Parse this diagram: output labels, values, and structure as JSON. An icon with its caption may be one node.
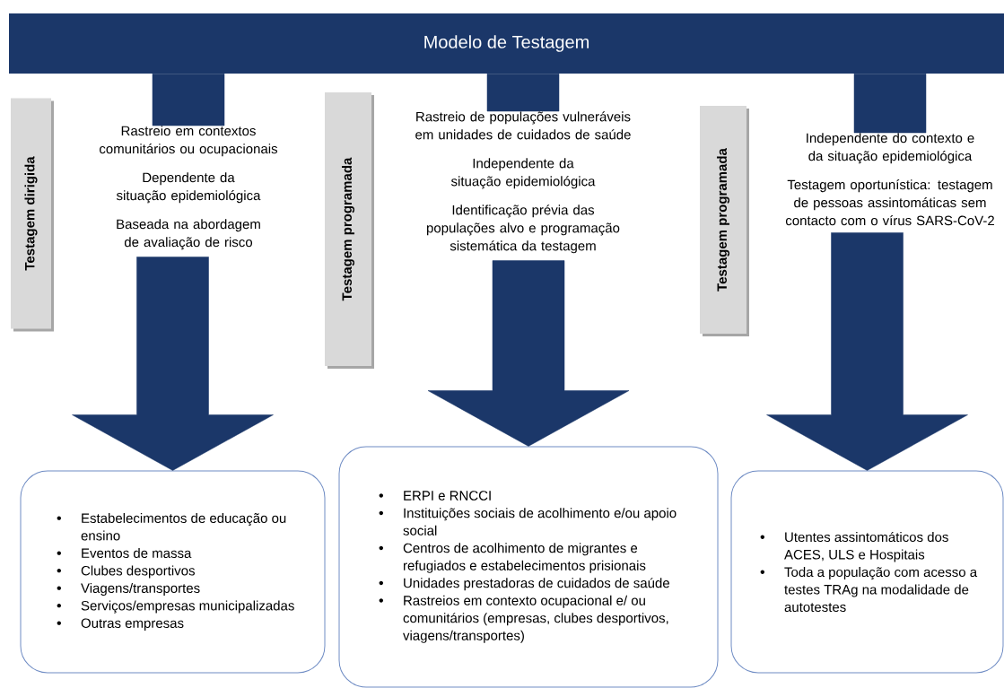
{
  "diagram": {
    "nodes": [
      {
        "text": [
          "Modelo de Testagem"
        ]
      },
      {
        "text": [
          "Testagem dirigida"
        ]
      },
      {
        "text": [
          "Testagem programada"
        ]
      },
      {
        "text": [
          "Testagem programada"
        ]
      },
      {
        "text": [
          "Rastreio em contextos comunitários ou ocupacionais",
          "Dependente da situação epidemiológica",
          "Baseada na abordagem de avaliação de risco"
        ]
      },
      {
        "text": [
          "Rastreio de populações vulneráveis em unidades de cuidados de saúde",
          "Independente da situação epidemiológica",
          "Identificação prévia das populações alvo e programação sistemática da testagem"
        ]
      },
      {
        "text": [
          "Independente do contexto e da situação epidemiológica",
          "Testagem oportunística: testagem de pessoas assintomáticas sem contacto com o vírus SARS-CoV-2"
        ]
      },
      {
        "text": [
          "Estabelecimentos de educação ou ensino",
          "Eventos de massa",
          "Clubes desportivos",
          "Viagens/transportes",
          "Serviços/empresas municipalizadas",
          "Outras empresas"
        ]
      },
      {
        "text": [
          "ERPI e RNCCI",
          "Instituições sociais de acolhimento e/ou apoio social",
          "Centros de acolhimento de migrantes e refugiados e estabelecimentos prisionais",
          "Unidades prestadoras de cuidados de saúde",
          "Rastreios em contexto ocupacional e/ ou comunitários (empresas, clubes desportivos, viagens/transportes)"
        ]
      },
      {
        "text": [
          "Utentes assintomáticos dos ACES, ULS e Hospitais",
          "Toda a população com acesso a testes TRAg na modalidade de autotestes"
        ]
      }
    ],
    "edges": [
      {
        "from": 0,
        "to": 4,
        "arrow": "none"
      },
      {
        "from": 0,
        "to": 5,
        "arrow": "none"
      },
      {
        "from": 0,
        "to": 6,
        "arrow": "none"
      },
      {
        "from": 4,
        "to": 7,
        "arrow": "to"
      },
      {
        "from": 5,
        "to": 8,
        "arrow": "to"
      },
      {
        "from": 6,
        "to": 9,
        "arrow": "to"
      }
    ]
  }
}
